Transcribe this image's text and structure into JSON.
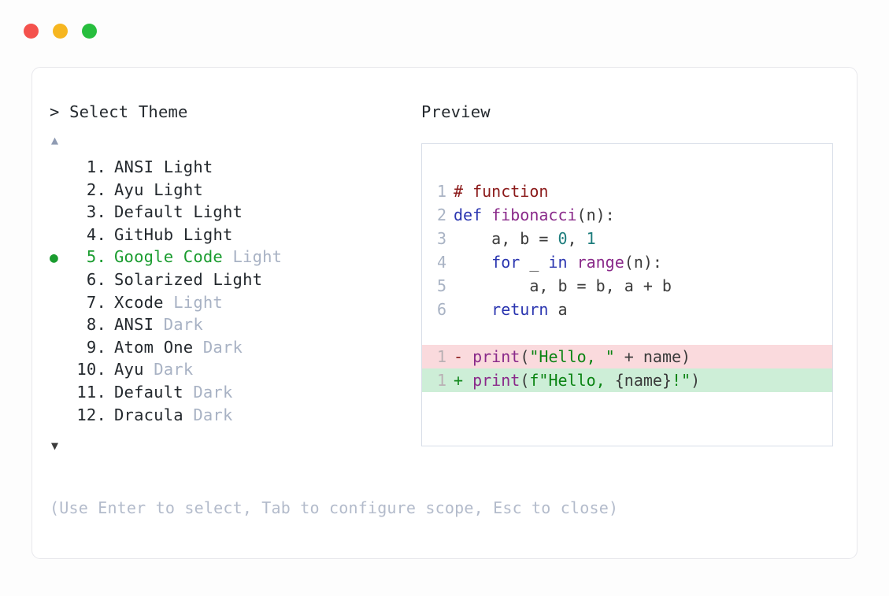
{
  "window": {
    "buttons": [
      {
        "name": "close",
        "color": "#f4524d"
      },
      {
        "name": "minimize",
        "color": "#f6b620"
      },
      {
        "name": "maximize",
        "color": "#27be3e"
      }
    ]
  },
  "selector": {
    "caret": ">",
    "title": "Select Theme",
    "scroll_up": "▲",
    "scroll_down": "▼",
    "selected_index": 5,
    "bullet": "●",
    "items": [
      {
        "num": " 1.",
        "name": "ANSI",
        "variant": "Light",
        "variant_dim": false,
        "selected": false
      },
      {
        "num": " 2.",
        "name": "Ayu",
        "variant": "Light",
        "variant_dim": false,
        "selected": false
      },
      {
        "num": " 3.",
        "name": "Default",
        "variant": "Light",
        "variant_dim": false,
        "selected": false
      },
      {
        "num": " 4.",
        "name": "GitHub",
        "variant": "Light",
        "variant_dim": false,
        "selected": false
      },
      {
        "num": " 5.",
        "name": "Google Code",
        "variant": "Light",
        "variant_dim": true,
        "selected": true
      },
      {
        "num": " 6.",
        "name": "Solarized",
        "variant": "Light",
        "variant_dim": false,
        "selected": false
      },
      {
        "num": " 7.",
        "name": "Xcode",
        "variant": "Light",
        "variant_dim": true,
        "selected": false
      },
      {
        "num": " 8.",
        "name": "ANSI",
        "variant": "Dark",
        "variant_dim": true,
        "selected": false
      },
      {
        "num": " 9.",
        "name": "Atom One",
        "variant": "Dark",
        "variant_dim": true,
        "selected": false
      },
      {
        "num": "10.",
        "name": "Ayu",
        "variant": "Dark",
        "variant_dim": true,
        "selected": false
      },
      {
        "num": "11.",
        "name": "Default",
        "variant": "Dark",
        "variant_dim": true,
        "selected": false
      },
      {
        "num": "12.",
        "name": "Dracula",
        "variant": "Dark",
        "variant_dim": true,
        "selected": false
      }
    ]
  },
  "footer": {
    "hint": "(Use Enter to select, Tab to configure scope, Esc to close)"
  },
  "preview": {
    "label": "Preview",
    "code_lines": [
      {
        "gutter": "1",
        "tokens": [
          {
            "t": "# function",
            "c": "t-comment"
          }
        ]
      },
      {
        "gutter": "2",
        "tokens": [
          {
            "t": "def ",
            "c": "t-keyword"
          },
          {
            "t": "fibonacci",
            "c": "t-func"
          },
          {
            "t": "(n):",
            "c": "t-plain"
          }
        ]
      },
      {
        "gutter": "3",
        "tokens": [
          {
            "t": "    a, b = ",
            "c": "t-plain"
          },
          {
            "t": "0",
            "c": "t-num"
          },
          {
            "t": ", ",
            "c": "t-plain"
          },
          {
            "t": "1",
            "c": "t-num"
          }
        ]
      },
      {
        "gutter": "4",
        "tokens": [
          {
            "t": "    ",
            "c": "t-plain"
          },
          {
            "t": "for",
            "c": "t-keyword"
          },
          {
            "t": " _ ",
            "c": "t-plain"
          },
          {
            "t": "in",
            "c": "t-keyword"
          },
          {
            "t": " ",
            "c": "t-plain"
          },
          {
            "t": "range",
            "c": "t-func"
          },
          {
            "t": "(n):",
            "c": "t-plain"
          }
        ]
      },
      {
        "gutter": "5",
        "tokens": [
          {
            "t": "        a, b = b, a + b",
            "c": "t-plain"
          }
        ]
      },
      {
        "gutter": "6",
        "tokens": [
          {
            "t": "    ",
            "c": "t-plain"
          },
          {
            "t": "return",
            "c": "t-keyword"
          },
          {
            "t": " a",
            "c": "t-plain"
          }
        ]
      }
    ],
    "diff_lines": [
      {
        "kind": "del",
        "gutter": "1",
        "sign": "-",
        "tokens": [
          {
            "t": "print",
            "c": "t-func"
          },
          {
            "t": "(",
            "c": "t-plain"
          },
          {
            "t": "\"Hello, \"",
            "c": "t-str"
          },
          {
            "t": " + name)",
            "c": "t-plain"
          }
        ]
      },
      {
        "kind": "add",
        "gutter": "1",
        "sign": "+",
        "tokens": [
          {
            "t": "print",
            "c": "t-func"
          },
          {
            "t": "(",
            "c": "t-plain"
          },
          {
            "t": "f\"Hello, ",
            "c": "t-str"
          },
          {
            "t": "{name}",
            "c": "t-plain"
          },
          {
            "t": "!\"",
            "c": "t-str"
          },
          {
            "t": ")",
            "c": "t-plain"
          }
        ]
      }
    ]
  }
}
